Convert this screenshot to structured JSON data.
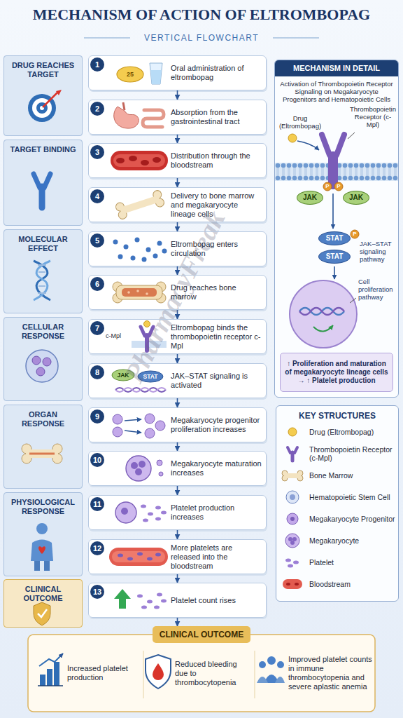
{
  "diagram": {
    "title": "MECHANISM OF ACTION OF ELTROMBOPAG",
    "nodes": [
      {
        "text": [
          "DRUG REACHES TARGET"
        ]
      },
      {
        "text": [
          "TARGET BINDING"
        ]
      },
      {
        "text": [
          "MOLECULAR EFFECT"
        ]
      },
      {
        "text": [
          "CELLULAR RESPONSE"
        ]
      },
      {
        "text": [
          "ORGAN RESPONSE"
        ]
      },
      {
        "text": [
          "PHYSIOLOGICAL RESPONSE"
        ]
      },
      {
        "text": [
          "CLINICAL OUTCOME"
        ]
      },
      {
        "text": [
          "1",
          "Oral administration of eltrombopag"
        ]
      },
      {
        "text": [
          "2",
          "Absorption from the gastrointestinal tract"
        ]
      },
      {
        "text": [
          "3",
          "Distribution through the bloodstream"
        ]
      },
      {
        "text": [
          "4",
          "Delivery to bone marrow and megakaryocyte lineage cells"
        ]
      },
      {
        "text": [
          "5",
          "Eltrombopag enters circulation"
        ]
      },
      {
        "text": [
          "6",
          "Drug reaches bone marrow"
        ]
      },
      {
        "text": [
          "7",
          "Eltrombopag binds the thrombopoietin receptor c-Mpl"
        ]
      },
      {
        "text": [
          "8",
          "JAK–STAT signaling is activated"
        ]
      },
      {
        "text": [
          "9",
          "Megakaryocyte progenitor proliferation increases"
        ]
      },
      {
        "text": [
          "10",
          "Megakaryocyte maturation increases"
        ]
      },
      {
        "text": [
          "11",
          "Platelet production increases"
        ]
      },
      {
        "text": [
          "12",
          "More platelets are released into the bloodstream"
        ]
      },
      {
        "text": [
          "13",
          "Platelet count rises"
        ]
      },
      {
        "text": [
          "MECHANISM IN DETAIL",
          "Activation of Thrombopoietin Receptor Signaling on Megakaryocyte Progenitors and Hematopoietic Cells"
        ]
      },
      {
        "text": [
          "JAK"
        ],
        "in": 20
      },
      {
        "text": [
          "JAK"
        ],
        "in": 20
      },
      {
        "text": [
          "STAT"
        ],
        "in": 20
      },
      {
        "text": [
          "STAT"
        ],
        "in": 20
      },
      {
        "text": [
          "↑ Proliferation and maturation of megakaryocyte lineage cells → ↑ Platelet production"
        ],
        "in": 20
      },
      {
        "text": [
          "KEY STRUCTURES"
        ]
      },
      {
        "text": [
          "CLINICAL OUTCOME"
        ]
      }
    ],
    "edges": [
      {
        "from": 7,
        "to": 8,
        "arrow": "to"
      },
      {
        "from": 8,
        "to": 9,
        "arrow": "to"
      },
      {
        "from": 9,
        "to": 10,
        "arrow": "to"
      },
      {
        "from": 10,
        "to": 11,
        "arrow": "to"
      },
      {
        "from": 11,
        "to": 12,
        "arrow": "to"
      },
      {
        "from": 12,
        "to": 13,
        "arrow": "to"
      },
      {
        "from": 13,
        "to": 14,
        "arrow": "to"
      },
      {
        "from": 14,
        "to": 15,
        "arrow": "to"
      },
      {
        "from": 15,
        "to": 16,
        "arrow": "to"
      },
      {
        "from": 16,
        "to": 17,
        "arrow": "to"
      },
      {
        "from": 17,
        "to": 18,
        "arrow": "to"
      },
      {
        "from": 18,
        "to": 19,
        "arrow": "to"
      },
      {
        "from": 19,
        "to": 27,
        "arrow": "to"
      }
    ],
    "labels": [
      "VERTICAL FLOWCHART",
      "PharmacyFreak",
      "25",
      "c-Mpl",
      "JAK",
      "STAT",
      "Drug (Eltrombopag)",
      "Thrombopoietin Receptor (c-Mpl)",
      "P",
      "P",
      "P",
      "JAK–STAT signaling pathway",
      "Cell proliferation pathway",
      "Increased platelet production",
      "Reduced bleeding due to thrombocytopenia",
      "Improved platelet counts in immune thrombocytopenia and severe aplastic anemia"
    ],
    "legend": [
      {
        "text": "Drug (Eltrombopag)"
      },
      {
        "text": "Thrombopoietin Receptor (c-Mpl)"
      },
      {
        "text": "Bone Marrow"
      },
      {
        "text": "Hematopoietic Stem Cell"
      },
      {
        "text": "Megakaryocyte Progenitor"
      },
      {
        "text": "Megakaryocyte"
      },
      {
        "text": "Platelet"
      },
      {
        "text": "Bloodstream"
      }
    ]
  }
}
